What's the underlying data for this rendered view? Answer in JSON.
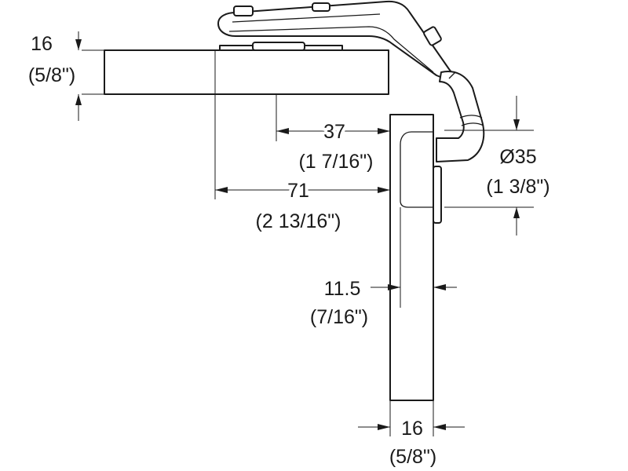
{
  "dimensions": {
    "cabinet_thickness": {
      "value": "16",
      "imperial": "(5/8\")"
    },
    "cup_offset": {
      "value": "37",
      "imperial": "(1 7/16\")"
    },
    "plate_offset": {
      "value": "71",
      "imperial": "(2 13/16\")"
    },
    "cup_diameter": {
      "value": "Ø35",
      "imperial": "(1 3/8\")"
    },
    "cup_depth": {
      "value": "11.5",
      "imperial": "(7/16\")"
    },
    "door_thickness": {
      "value": "16",
      "imperial": "(5/8\")"
    }
  }
}
